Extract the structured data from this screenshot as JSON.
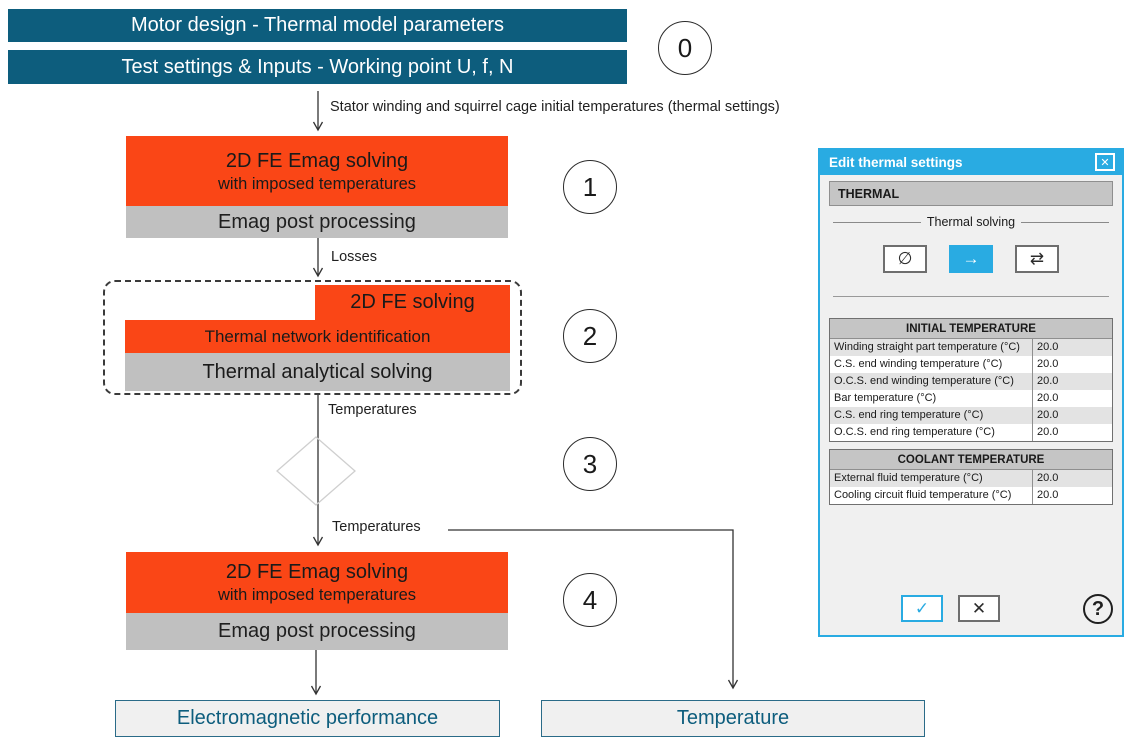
{
  "colors": {
    "teal": "#0d5d7d",
    "orange": "#fa4616",
    "grayblock": "#c0c0c0",
    "dlgblue": "#29abe2"
  },
  "flow": {
    "header_bars": [
      {
        "label": "Motor design - Thermal model parameters"
      },
      {
        "label": "Test settings & Inputs - Working point U, f, N"
      }
    ],
    "step_badges": [
      "0",
      "1",
      "2",
      "3",
      "4"
    ],
    "arrow_labels": {
      "initial": "Stator winding and squirrel cage initial temperatures (thermal settings)",
      "losses": "Losses",
      "temperatures_mid": "Temperatures",
      "temperatures_out": "Temperatures"
    },
    "block1": {
      "title": "2D FE Emag solving",
      "subtitle": "with imposed temperatures",
      "post": "Emag post processing"
    },
    "block2": {
      "fe_solving": "2D FE solving",
      "network": "Thermal network identification",
      "analytical": "Thermal analytical solving"
    },
    "block4": {
      "title": "2D FE Emag solving",
      "subtitle": "with imposed temperatures",
      "post": "Emag post processing"
    },
    "outputs": [
      {
        "label": "Electromagnetic performance"
      },
      {
        "label": "Temperature"
      }
    ]
  },
  "dialog": {
    "title": "Edit thermal settings",
    "close_glyph": "✕",
    "section_header": "THERMAL",
    "solving_group": {
      "label": "Thermal solving",
      "buttons": [
        {
          "name": "no-thermal-solving",
          "glyph": "∅",
          "selected": false
        },
        {
          "name": "one-way-thermal-solving",
          "glyph": "→",
          "selected": true
        },
        {
          "name": "iterative-thermal-solving",
          "glyph": "⇄",
          "selected": false
        }
      ]
    },
    "tables": [
      {
        "title": "INITIAL TEMPERATURE",
        "rows": [
          {
            "label": "Winding straight part temperature (°C)",
            "value": "20.0"
          },
          {
            "label": "C.S. end winding temperature (°C)",
            "value": "20.0"
          },
          {
            "label": "O.C.S. end winding temperature (°C)",
            "value": "20.0"
          },
          {
            "label": "Bar temperature (°C)",
            "value": "20.0"
          },
          {
            "label": "C.S. end ring temperature (°C)",
            "value": "20.0"
          },
          {
            "label": "O.C.S. end ring temperature (°C)",
            "value": "20.0"
          }
        ]
      },
      {
        "title": "COOLANT TEMPERATURE",
        "rows": [
          {
            "label": "External fluid temperature (°C)",
            "value": "20.0"
          },
          {
            "label": "Cooling circuit fluid temperature (°C)",
            "value": "20.0"
          }
        ]
      }
    ],
    "footer": {
      "ok_glyph": "✓",
      "cancel_glyph": "✕",
      "help_glyph": "?"
    }
  }
}
